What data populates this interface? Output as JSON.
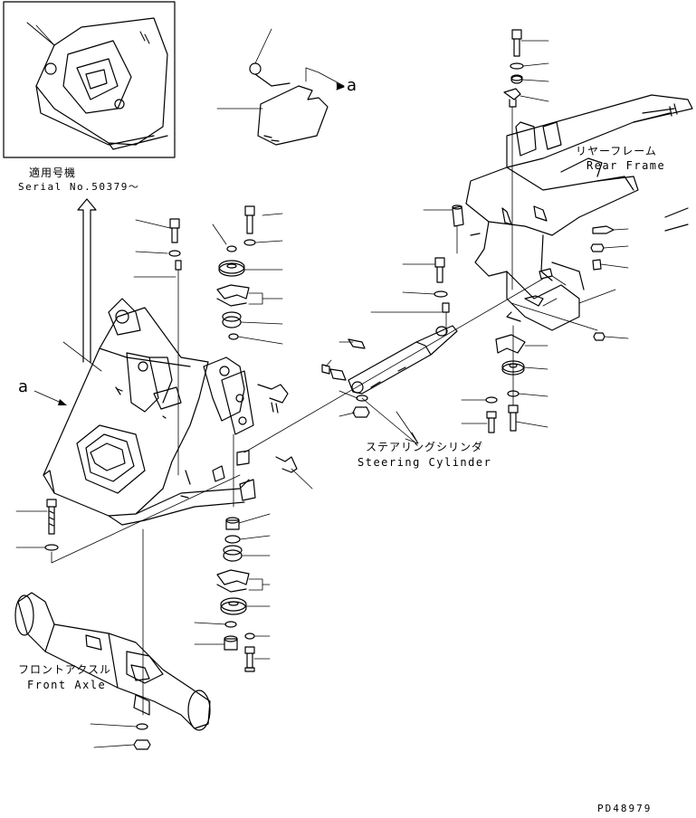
{
  "inset": {
    "ja": "適用号機",
    "en": "Serial No.50379～"
  },
  "view_marker": "a",
  "view_marker_arrow": "a",
  "rear_frame": {
    "ja": "リヤーフレーム",
    "en": "Rear Frame"
  },
  "steering_cylinder": {
    "ja": "ステアリングシリンダ",
    "en": "Steering Cylinder"
  },
  "front_axle": {
    "ja": "フロントアクスル",
    "en": "Front Axle"
  },
  "drawing_number": "PD48979",
  "colors": {
    "ink": "#000000",
    "paper": "#ffffff"
  }
}
